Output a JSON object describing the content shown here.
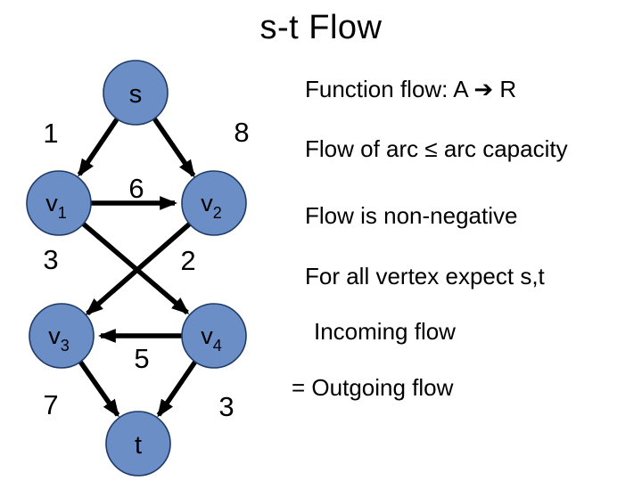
{
  "slide": {
    "title": "s-t Flow",
    "background_color": "#ffffff"
  },
  "graph": {
    "node_fill_color": "#6b8ec6",
    "node_stroke_color": "#1f3a66",
    "edge_color": "#000000",
    "nodes": [
      {
        "id": "s",
        "label": "s",
        "sub": ""
      },
      {
        "id": "v1",
        "label": "v",
        "sub": "1"
      },
      {
        "id": "v2",
        "label": "v",
        "sub": "2"
      },
      {
        "id": "v3",
        "label": "v",
        "sub": "3"
      },
      {
        "id": "v4",
        "label": "v",
        "sub": "4"
      },
      {
        "id": "t",
        "label": "t",
        "sub": ""
      }
    ],
    "edges": [
      {
        "from": "s",
        "to": "v1",
        "capacity": "1"
      },
      {
        "from": "s",
        "to": "v2",
        "capacity": "8"
      },
      {
        "from": "v1",
        "to": "v2",
        "capacity": "6"
      },
      {
        "from": "v1",
        "to": "v4",
        "capacity": "3"
      },
      {
        "from": "v2",
        "to": "v3",
        "capacity": "2"
      },
      {
        "from": "v4",
        "to": "v3",
        "capacity": "5"
      },
      {
        "from": "v3",
        "to": "t",
        "capacity": "7"
      },
      {
        "from": "v4",
        "to": "t",
        "capacity": "3"
      }
    ]
  },
  "notes": [
    {
      "text": "Function flow: A ➔ R"
    },
    {
      "text": "Flow of arc ≤ arc capacity"
    },
    {
      "text": "Flow is non-negative"
    },
    {
      "text": "For all vertex expect s,t"
    },
    {
      "text": "Incoming flow"
    },
    {
      "text": "= Outgoing flow"
    }
  ]
}
